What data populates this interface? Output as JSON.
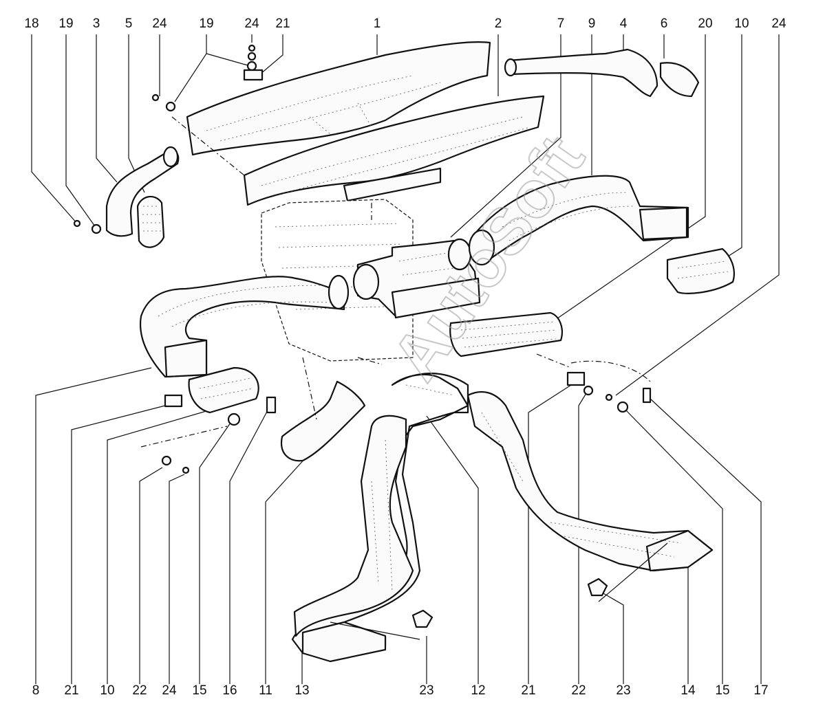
{
  "watermark": "AutoSoft",
  "callouts_top": [
    "18",
    "19",
    "3",
    "5",
    "24",
    "19",
    "24",
    "21",
    "1",
    "2",
    "7",
    "9",
    "4",
    "6",
    "20",
    "10",
    "24"
  ],
  "callouts_bottom": [
    "8",
    "21",
    "10",
    "22",
    "24",
    "15",
    "16",
    "11",
    "13",
    "23",
    "12",
    "21",
    "22",
    "23",
    "14",
    "15",
    "17"
  ]
}
